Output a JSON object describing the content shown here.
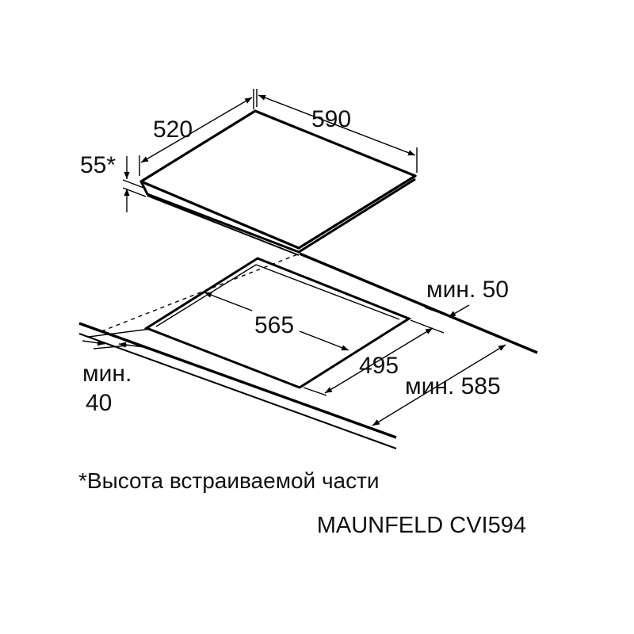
{
  "dimensions": {
    "cooktop_depth": "520",
    "cooktop_width": "590",
    "built_in_height": "55*",
    "cutout_width": "565",
    "cutout_depth": "495",
    "min_back_label": "мин. 50",
    "min_worktop_depth": "мин. 585",
    "min_front_word": "мин.",
    "min_front_value": "40"
  },
  "footnote": "*Высота встраиваемой части",
  "model": "MAUNFELD CVI594"
}
